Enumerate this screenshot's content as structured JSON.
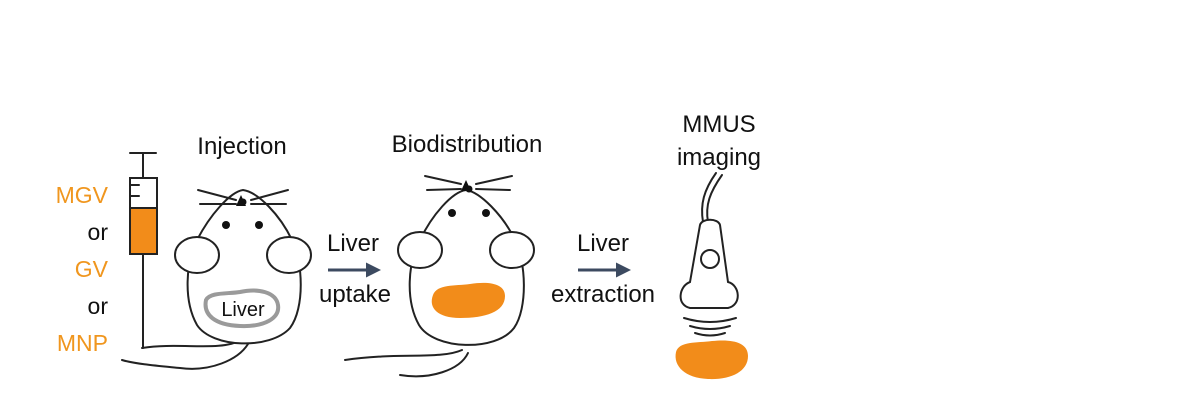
{
  "colors": {
    "agent": "#f0961e",
    "liver_fill": "#f28c1a",
    "arrow": "#3c4a60",
    "ink": "#111111",
    "liver_outline": "#9a9a9a"
  },
  "agents": {
    "mgv": "MGV",
    "or1": "or",
    "gv": "GV",
    "or2": "or",
    "mnp": "MNP"
  },
  "steps": {
    "injection": "Injection",
    "biodistribution": "Biodistribution",
    "imaging_line1": "MMUS",
    "imaging_line2": "imaging"
  },
  "arrows": {
    "uptake_top": "Liver",
    "uptake_bottom": "uptake",
    "extraction_top": "Liver",
    "extraction_bottom": "extraction"
  },
  "liver_label": "Liver",
  "icons": [
    "syringe-icon",
    "mouse-icon",
    "ultrasound-probe-icon"
  ]
}
